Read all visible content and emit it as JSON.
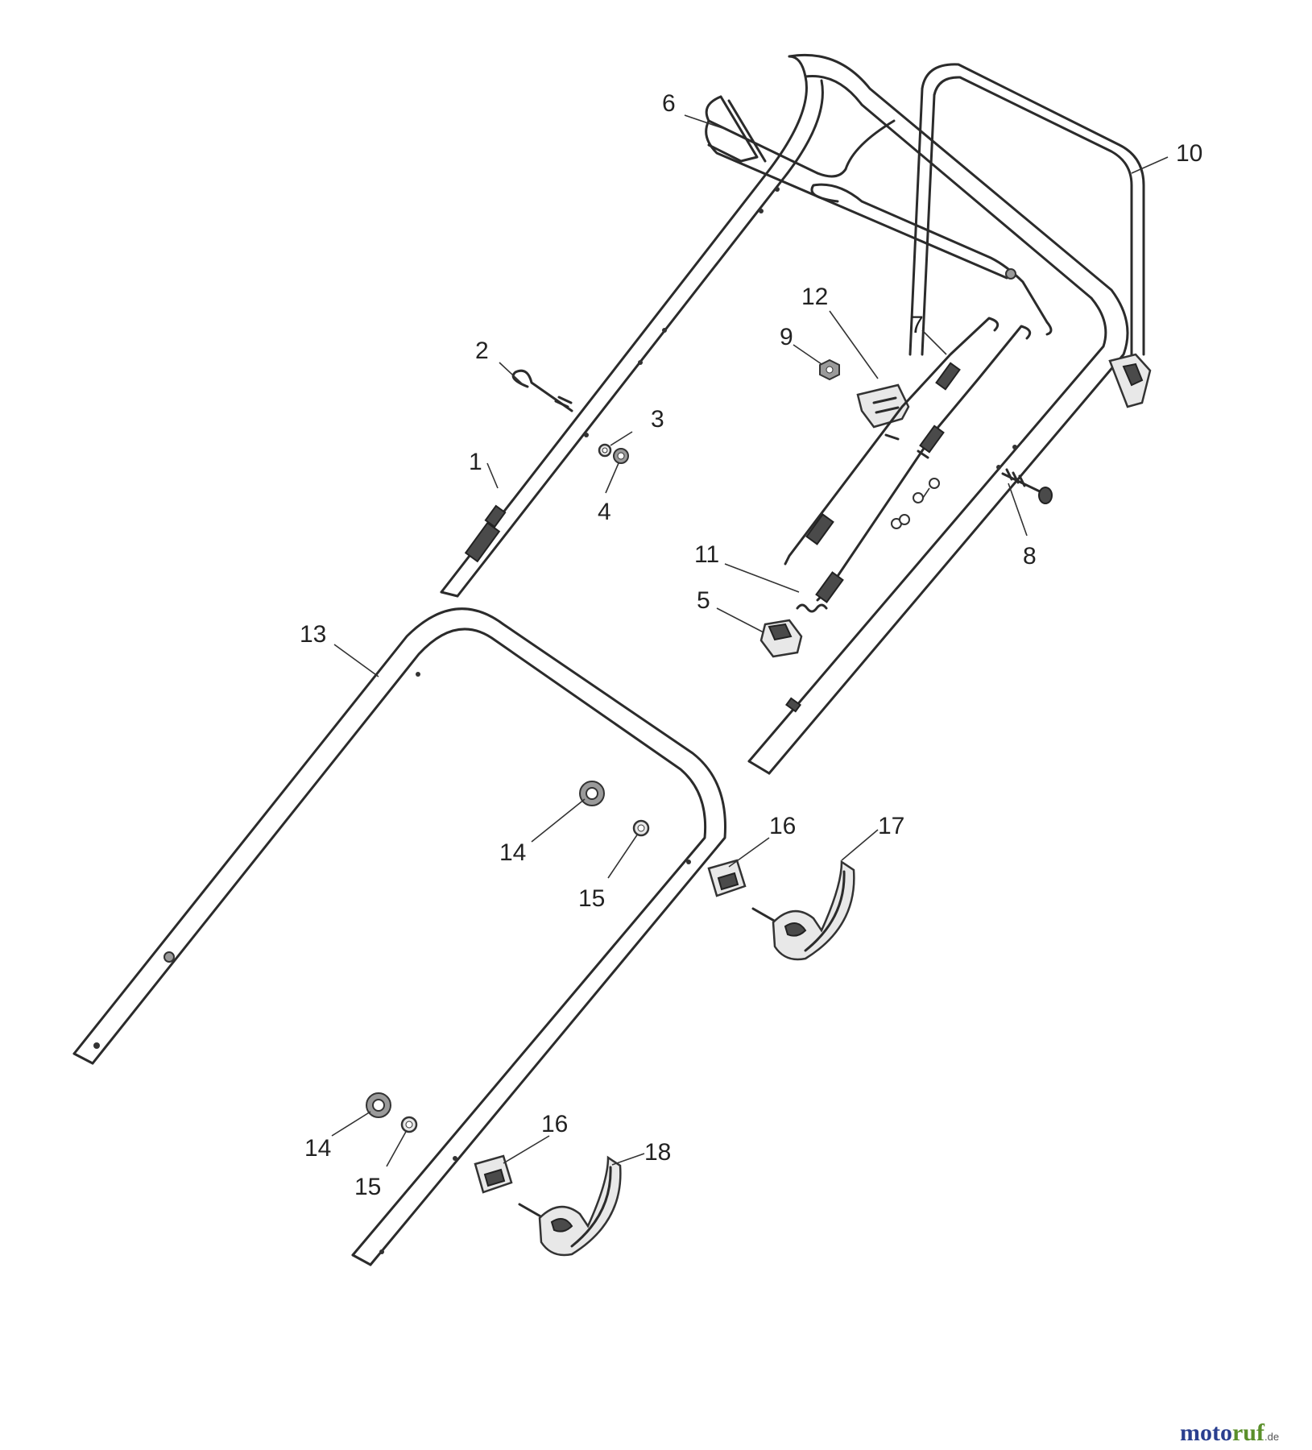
{
  "callouts": [
    {
      "id": "part-1",
      "label": "1"
    },
    {
      "id": "part-2",
      "label": "2"
    },
    {
      "id": "part-3",
      "label": "3"
    },
    {
      "id": "part-4",
      "label": "4"
    },
    {
      "id": "part-5",
      "label": "5"
    },
    {
      "id": "part-6",
      "label": "6"
    },
    {
      "id": "part-7",
      "label": "7"
    },
    {
      "id": "part-8",
      "label": "8"
    },
    {
      "id": "part-9",
      "label": "9"
    },
    {
      "id": "part-10",
      "label": "10"
    },
    {
      "id": "part-11",
      "label": "11"
    },
    {
      "id": "part-12",
      "label": "12"
    },
    {
      "id": "part-13",
      "label": "13"
    },
    {
      "id": "part-14a",
      "label": "14"
    },
    {
      "id": "part-15a",
      "label": "15"
    },
    {
      "id": "part-16a",
      "label": "16"
    },
    {
      "id": "part-17",
      "label": "17"
    },
    {
      "id": "part-14b",
      "label": "14"
    },
    {
      "id": "part-15b",
      "label": "15"
    },
    {
      "id": "part-16b",
      "label": "16"
    },
    {
      "id": "part-18",
      "label": "18"
    }
  ],
  "watermark": {
    "brand_a": "moto",
    "brand_b": "ruf",
    "suffix": ".de"
  }
}
